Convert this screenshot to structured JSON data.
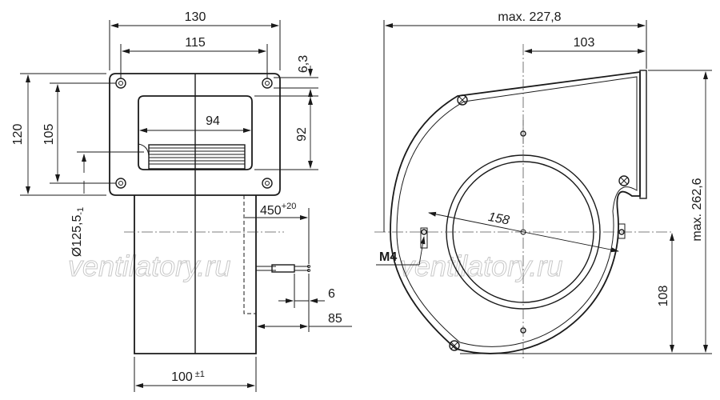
{
  "watermark": "ventilatory.ru",
  "side_view": {
    "dim_width_outer": "130",
    "dim_width_holes": "115",
    "dim_outlet_width": "94",
    "dim_hole_offset": "6,3",
    "dim_outlet_height": "92",
    "dim_height_outer": "120",
    "dim_height_holes": "105",
    "dim_diameter": "Ø125,5",
    "dim_diameter_tol": "-1",
    "dim_cable_length": "450",
    "dim_cable_tol": "+20",
    "dim_strip_short": "6",
    "dim_strip_long": "85",
    "dim_body_width": "100",
    "dim_body_tol": "±1"
  },
  "front_view": {
    "dim_max_width": "max. 227,8",
    "dim_center_offset": "103",
    "dim_max_height": "max. 262,6",
    "dim_center_height": "108",
    "dim_hole_circle": "158",
    "thread": "M4"
  }
}
